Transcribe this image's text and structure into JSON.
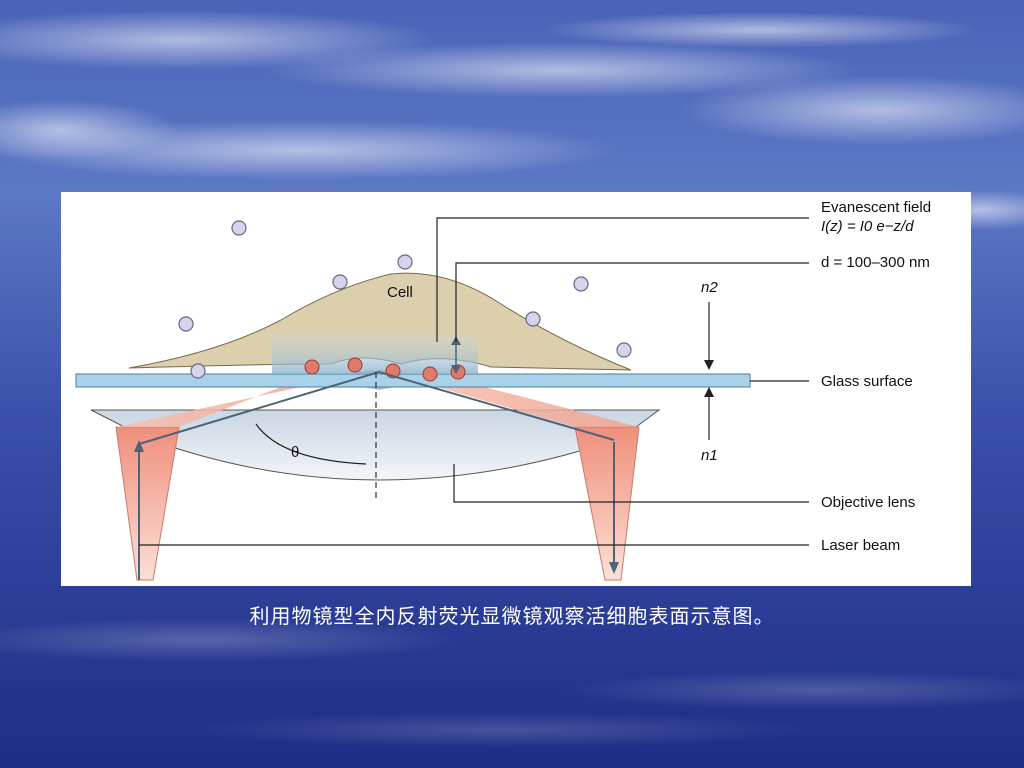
{
  "labels": {
    "cell": "Cell",
    "evanescent_title": "Evanescent field",
    "evanescent_formula": "I(z) = I0 e−z/d",
    "depth": "d = 100–300 nm",
    "n2": "n2",
    "n1": "n1",
    "glass_surface": "Glass surface",
    "theta": "θ",
    "objective_lens": "Objective lens",
    "laser_beam": "Laser beam"
  },
  "caption": "利用物镜型全内反射荧光显微镜观察活细胞表面示意图。",
  "colors": {
    "background": "#2b3f9a",
    "cell": "#dccfae",
    "glass": "#a9d2e8",
    "beam": "#f2b0a0",
    "fluorophore": "#e07a6a",
    "particle": "#d6d3ea",
    "lens": "#dfe6ee"
  }
}
